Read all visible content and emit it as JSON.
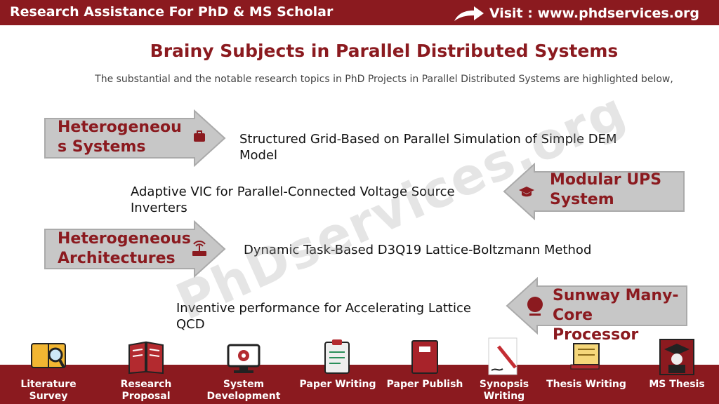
{
  "header": {
    "left_text": "Research Assistance For PhD & MS Scholar",
    "right_text": "Visit : www.phdservices.org"
  },
  "title": "Brainy Subjects in Parallel Distributed Systems",
  "subtitle": "The substantial and the notable research topics in PhD Projects in Parallel Distributed Systems are highlighted below,",
  "watermark": "PhDservices.org",
  "arrows": [
    {
      "label": "Heterogeneou s Systems",
      "icon": "briefcase-icon",
      "direction": "right"
    },
    {
      "label": "Modular UPS System",
      "icon": "graduation-cap-icon",
      "direction": "left"
    },
    {
      "label": "Heterogeneous Architectures",
      "icon": "router-icon",
      "direction": "right"
    },
    {
      "label": "Sunway Many-Core Processor",
      "icon": "globe-icon",
      "direction": "left"
    }
  ],
  "topics": [
    "Structured Grid-Based on Parallel Simulation of Simple DEM Model",
    "Adaptive VIC for Parallel-Connected Voltage Source Inverters",
    "Dynamic Task-Based D3Q19 Lattice-Boltzmann Method",
    "Inventive performance for Accelerating Lattice QCD"
  ],
  "footer": [
    {
      "label": "Literature Survey",
      "icon": "book-magnifier-icon"
    },
    {
      "label": "Research Proposal",
      "icon": "open-book-icon"
    },
    {
      "label": "System Development",
      "icon": "computer-gear-icon"
    },
    {
      "label": "Paper Writing",
      "icon": "clipboard-icon"
    },
    {
      "label": "Paper Publish",
      "icon": "closed-book-icon"
    },
    {
      "label": "Synopsis Writing",
      "icon": "pen-paper-icon"
    },
    {
      "label": "Thesis Writing",
      "icon": "scroll-icon"
    },
    {
      "label": "MS Thesis",
      "icon": "graduate-icon"
    }
  ],
  "colors": {
    "brand": "#8b1a1f",
    "arrow_fill": "#c7c7c7"
  }
}
